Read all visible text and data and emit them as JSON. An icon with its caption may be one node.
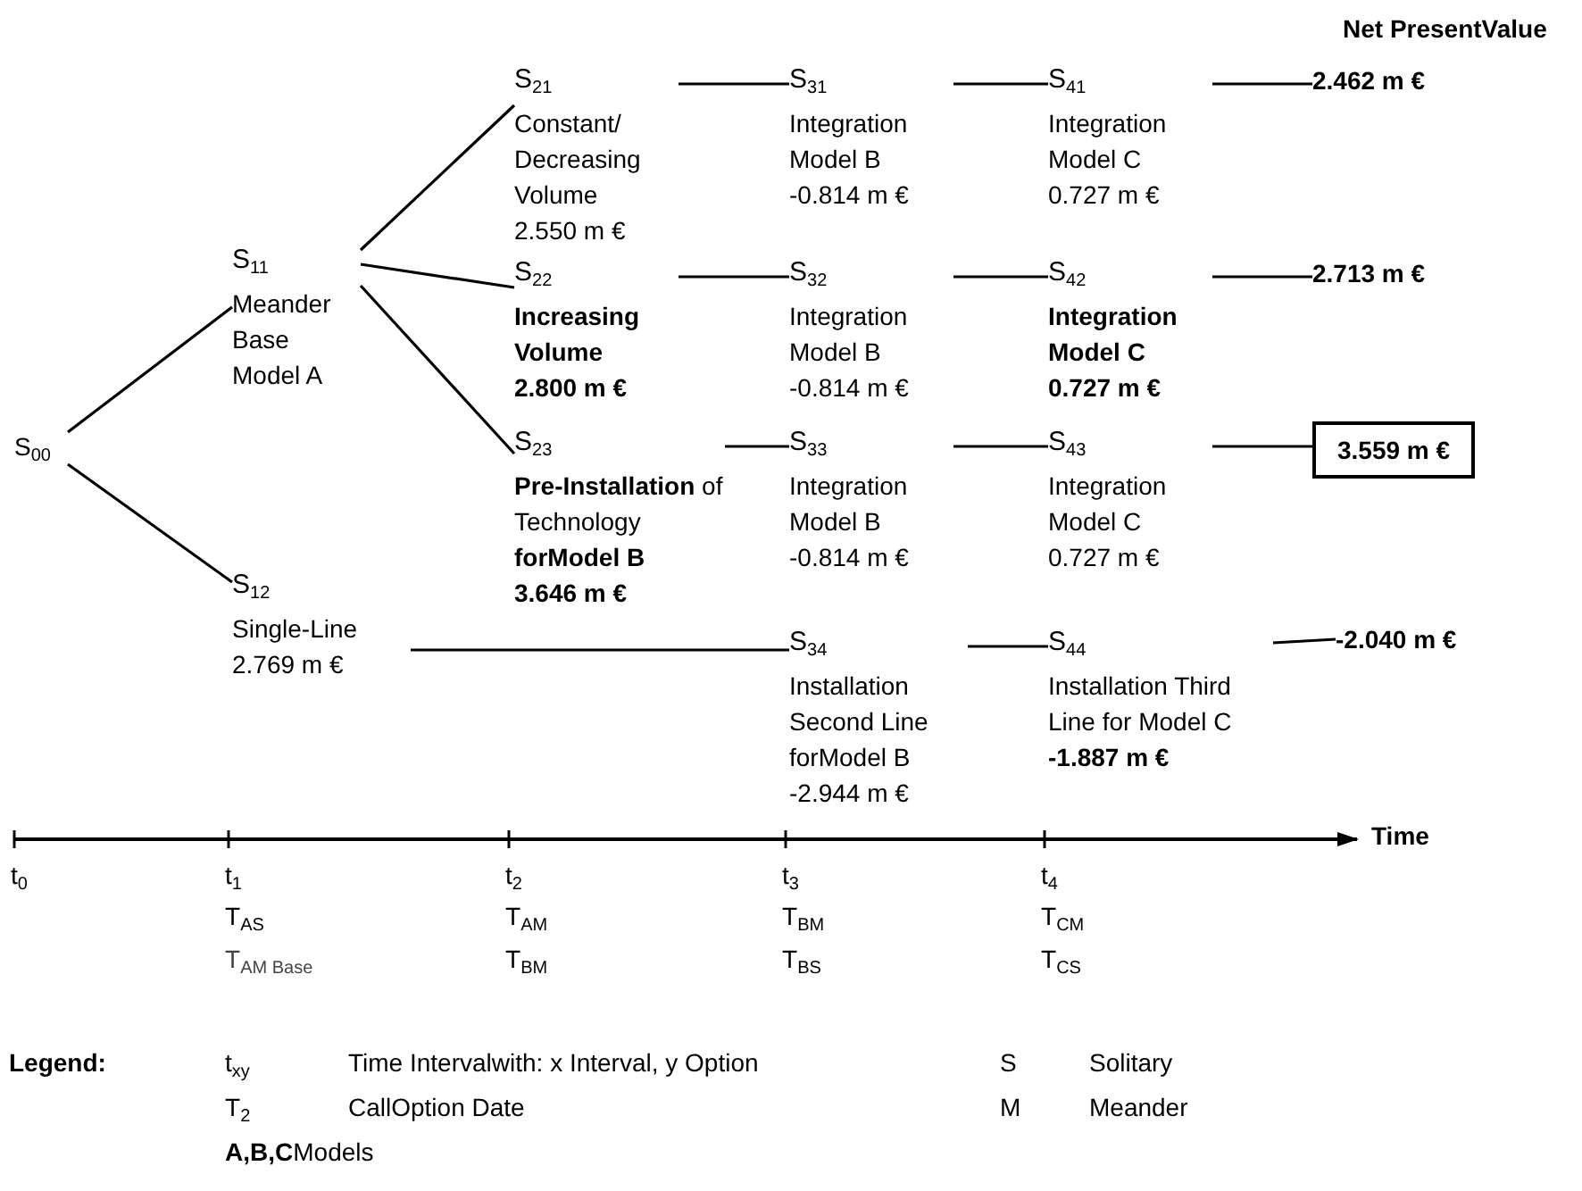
{
  "diagram": {
    "nodes": [
      {
        "text": [
          "S$_{00}$"
        ]
      },
      {
        "text": [
          "S$_{11}$",
          "Meander Base Model A"
        ]
      },
      {
        "text": [
          "S$_{12}$",
          "Single-Line",
          "2.769 m €"
        ]
      },
      {
        "text": [
          "S$_{21}$",
          "Constant/ Decreasing Volume",
          "2.550 m €"
        ]
      },
      {
        "text": [
          "S$_{22}$",
          "Increasing Volume",
          "2.800 m €"
        ]
      },
      {
        "text": [
          "S$_{23}$",
          "**Pre-Installation** of Technology **forModel B**",
          "3.646 m €"
        ]
      },
      {
        "text": [
          "S$_{31}$",
          "Integration Model B",
          "-0.814 m €"
        ]
      },
      {
        "text": [
          "S$_{32}$",
          "Integration Model B",
          "-0.814 m €"
        ]
      },
      {
        "text": [
          "S$_{33}$",
          "Integration Model B",
          "-0.814 m €"
        ]
      },
      {
        "text": [
          "S$_{34}$",
          "Installation Second Line forModel B",
          "-2.944 m €"
        ]
      },
      {
        "text": [
          "S$_{41}$",
          "Integration Model C",
          "0.727 m €"
        ]
      },
      {
        "text": [
          "S$_{42}$",
          "Integration Model C",
          "0.727 m €"
        ]
      },
      {
        "text": [
          "S$_{43}$",
          "Integration Model C",
          "0.727 m €"
        ]
      },
      {
        "text": [
          "S$_{44}$",
          "Installation Third Line for Model C",
          "-1.887 m €"
        ]
      },
      {
        "text": [
          "2.462 m €"
        ]
      },
      {
        "text": [
          "2.713 m €"
        ]
      },
      {
        "text": [
          "3.559 m €"
        ]
      },
      {
        "text": [
          "-2.040 m €"
        ]
      }
    ],
    "edges": [
      {
        "from": 0,
        "to": 1,
        "arrow": "none"
      },
      {
        "from": 0,
        "to": 2,
        "arrow": "none"
      },
      {
        "from": 1,
        "to": 3,
        "arrow": "none"
      },
      {
        "from": 1,
        "to": 4,
        "arrow": "none"
      },
      {
        "from": 1,
        "to": 5,
        "arrow": "none"
      },
      {
        "from": 2,
        "to": 9,
        "arrow": "none"
      },
      {
        "from": 3,
        "to": 6,
        "arrow": "none"
      },
      {
        "from": 4,
        "to": 7,
        "arrow": "none"
      },
      {
        "from": 5,
        "to": 8,
        "arrow": "none"
      },
      {
        "from": 6,
        "to": 10,
        "arrow": "none"
      },
      {
        "from": 7,
        "to": 11,
        "arrow": "none"
      },
      {
        "from": 8,
        "to": 12,
        "arrow": "none"
      },
      {
        "from": 9,
        "to": 13,
        "arrow": "none"
      },
      {
        "from": 10,
        "to": 14,
        "arrow": "none"
      },
      {
        "from": 11,
        "to": 15,
        "arrow": "none"
      },
      {
        "from": 12,
        "to": 16,
        "arrow": "none"
      },
      {
        "from": 13,
        "to": 17,
        "arrow": "none"
      }
    ],
    "labels": [
      "Net PresentValue",
      "Time",
      "t$_{0}$",
      "t$_{1}$",
      "t$_{2}$",
      "t$_{3}$",
      "t$_{4}$",
      "T$_{AS}$",
      "T$_{AM}$",
      "T$_{BM}$",
      "T$_{CM}$",
      "T$_{AM Base}$",
      "T$_{BM}$",
      "T$_{BS}$",
      "T$_{CS}$",
      "Legend:",
      "t$_{xy}$",
      "Time Intervalwith: x Interval, y Option",
      "S",
      "Solitary",
      "T$_{2}$",
      "CallOption Date",
      "M",
      "Meander",
      "**A,B,C**Models"
    ]
  }
}
